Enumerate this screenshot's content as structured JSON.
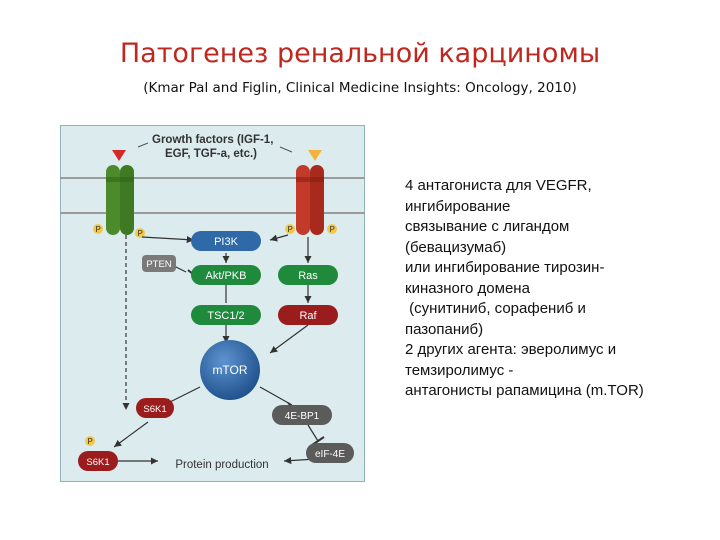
{
  "title": "Патогенез ренальной карциномы",
  "subtitle": "(Kmar Pal and Figlin, Clinical Medicine Insights: Oncology, 2010)",
  "diagram": {
    "growth_factors_line1": "Growth factors (IGF-1,",
    "growth_factors_line2": "EGF, TGF-a, etc.)",
    "nodes": {
      "pi3k": "PI3K",
      "pten": "PTEN",
      "akt": "Akt/PKB",
      "ras": "Ras",
      "tsc": "TSC1/2",
      "raf": "Raf",
      "mtor": "mTOR",
      "s6k1_top": "S6K1",
      "ebp1": "4E-BP1",
      "s6k1_bottom": "S6K1",
      "eif4e": "eIF-4E",
      "protein": "Protein production",
      "p": "P"
    },
    "colors": {
      "background": "#dcebee",
      "border": "#8fb3b8",
      "green_receptor": "#4d8a2c",
      "red_receptor": "#c23a2a",
      "blue_node": "#2f69a8",
      "green_node": "#1f8a3c",
      "dark_red_node": "#9b1c1c",
      "gray_node": "#7a7a7a",
      "triangle": "#d62828",
      "phospho": "#f2c84b"
    }
  },
  "notes": {
    "line1_bold": "4 антагониста",
    "line1_rest": " для VEGFR,",
    "line2": "ингибирование",
    "line3": "связывание с лигандом",
    "line4": "(бевацизумаб)",
    "line5": "или ингибирование тирозин-",
    "line6": "киназного домена",
    "line7": " (сунитиниб, сорафениб и",
    "line8": "пазопаниб)",
    "line9_bold": "2 других агента",
    "line9_rest": ": эверолимус и",
    "line10": "темзиролимус -",
    "line11": "антагонисты рапамицина (m.TOR)"
  }
}
